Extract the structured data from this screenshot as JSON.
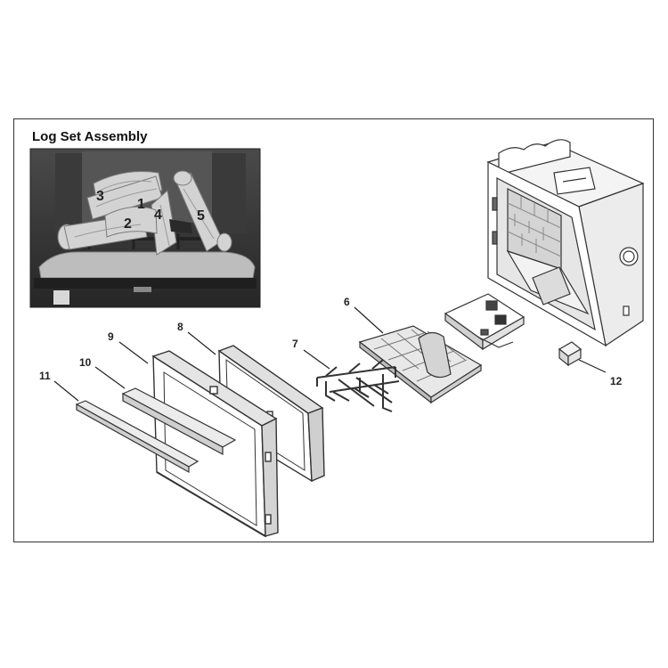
{
  "title": "Log Set Assembly",
  "photo_labels": [
    "1",
    "2",
    "3",
    "4",
    "5"
  ],
  "part_labels": [
    "6",
    "7",
    "8",
    "9",
    "10",
    "11",
    "12"
  ],
  "colors": {
    "line": "#333333",
    "photo_dark": "#2e2e2e",
    "photo_log": "#c9c9c9",
    "part_fill": "#e6e6e6",
    "brick": "#cfcfcf"
  }
}
